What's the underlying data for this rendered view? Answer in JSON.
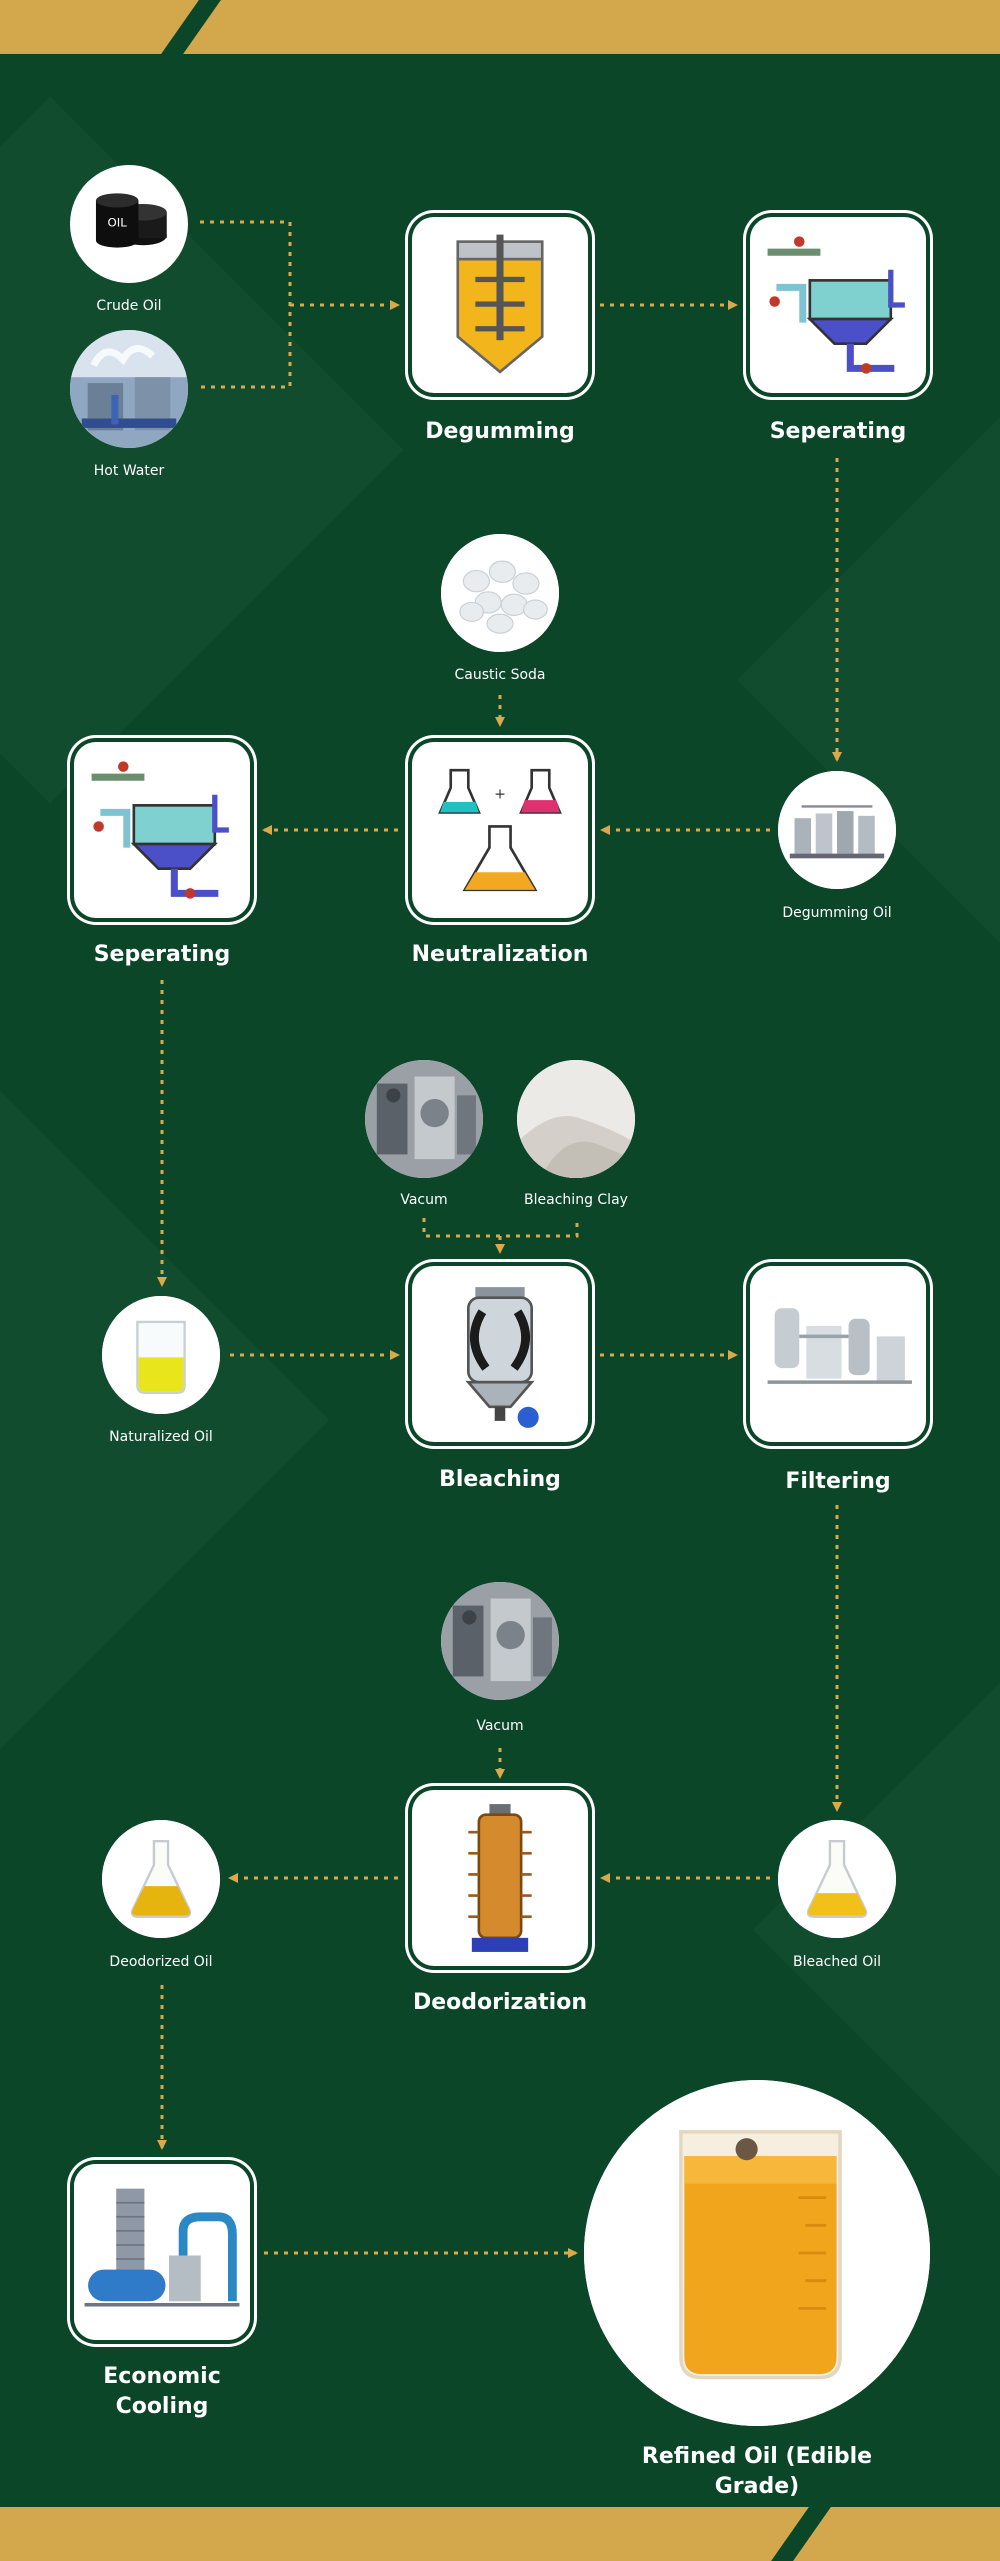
{
  "colors": {
    "background": "#0a4627",
    "accent": "#d3a84c",
    "arrow": "#d9a94b",
    "text": "#ffffff"
  },
  "inputs": {
    "crude_oil": "Crude Oil",
    "hot_water": "Hot Water",
    "caustic_soda": "Caustic Soda",
    "degumming_oil": "Degumming Oil",
    "vacum_1": "Vacum",
    "bleaching_clay": "Bleaching Clay",
    "naturalized_oil": "Naturalized Oil",
    "vacum_2": "Vacum",
    "bleached_oil": "Bleached Oil",
    "deodorized_oil": "Deodorized Oil"
  },
  "stages": {
    "degumming": "Degumming",
    "seperating_1": "Seperating",
    "neutralization": "Neutralization",
    "seperating_2": "Seperating",
    "bleaching": "Bleaching",
    "filtering": "Filtering",
    "deodorization": "Deodorization",
    "economic_cooling_line1": "Economic",
    "economic_cooling_line2": "Cooling",
    "refined_oil": "Refined Oil (Edible Grade)"
  },
  "icons": {
    "crude_oil": "oil-barrels-icon",
    "hot_water": "hot-water-tank-icon",
    "degumming": "degumming-tank-icon",
    "seperating": "separator-tank-icon",
    "caustic_soda": "caustic-soda-pellets-icon",
    "neutralization": "flasks-icon",
    "degumming_oil": "refinery-machine-icon",
    "vacum": "vacuum-machine-icon",
    "bleaching_clay": "clay-powder-icon",
    "naturalized_oil": "beaker-icon",
    "bleaching": "bleaching-tower-icon",
    "filtering": "filter-plant-icon",
    "bleached_oil": "flask-oil-icon",
    "deodorization": "deodorizer-column-icon",
    "deodorized_oil": "flask-oil-icon",
    "economic_cooling": "cooling-unit-icon",
    "refined_oil": "refined-oil-beaker-icon"
  }
}
